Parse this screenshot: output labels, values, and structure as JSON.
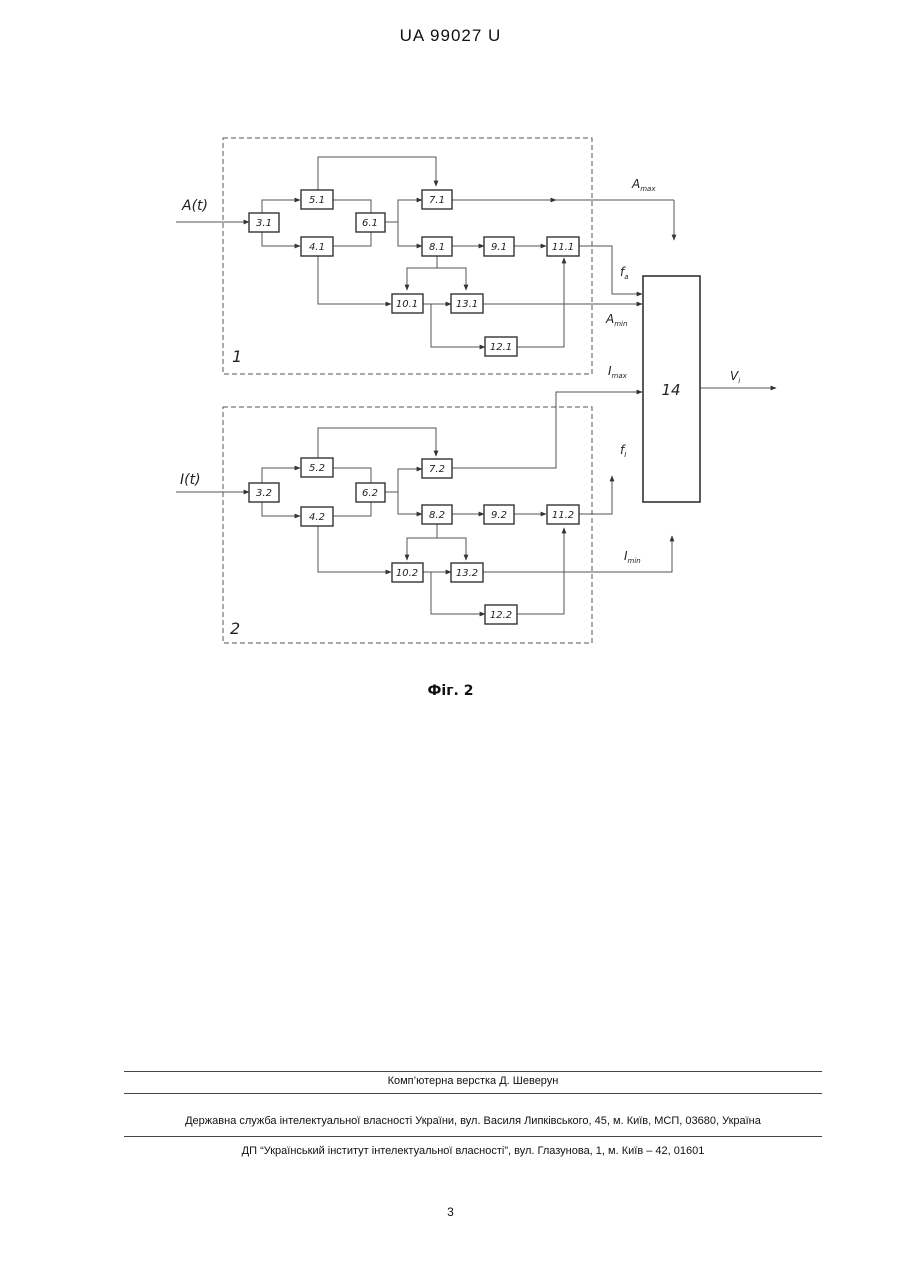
{
  "header": {
    "doc_number": "UA   99027   U"
  },
  "diagram": {
    "region1": "1",
    "region2": "2",
    "input1": "A(t)",
    "input2": "I(t)",
    "blocks1": [
      "3.1",
      "5.1",
      "4.1",
      "6.1",
      "7.1",
      "8.1",
      "9.1",
      "11.1",
      "10.1",
      "13.1",
      "12.1"
    ],
    "blocks2": [
      "3.2",
      "5.2",
      "4.2",
      "6.2",
      "7.2",
      "8.2",
      "9.2",
      "11.2",
      "10.2",
      "13.2",
      "12.2"
    ],
    "processor": "14",
    "output": "V",
    "signals": {
      "a_max": "A",
      "a_max_sub": "max",
      "f_a": "f",
      "f_a_sub": "a",
      "a_min": "A",
      "a_min_sub": "min",
      "i_max": "I",
      "i_max_sub": "max",
      "f_i": "f",
      "f_i_sub": "I",
      "i_min": "I",
      "i_min_sub": "min",
      "out_sub": "i"
    },
    "caption": "Фіг. 2"
  },
  "footer": {
    "layout": "Комп’ютерна верстка Д. Шеверун",
    "agency": "Державна служба інтелектуальної власності України, вул. Василя Липківського, 45, м. Київ, МСП, 03680, Україна",
    "institute": "ДП “Український інститут інтелектуальної власності”, вул. Глазунова, 1, м. Київ – 42, 01601",
    "page": "3"
  }
}
